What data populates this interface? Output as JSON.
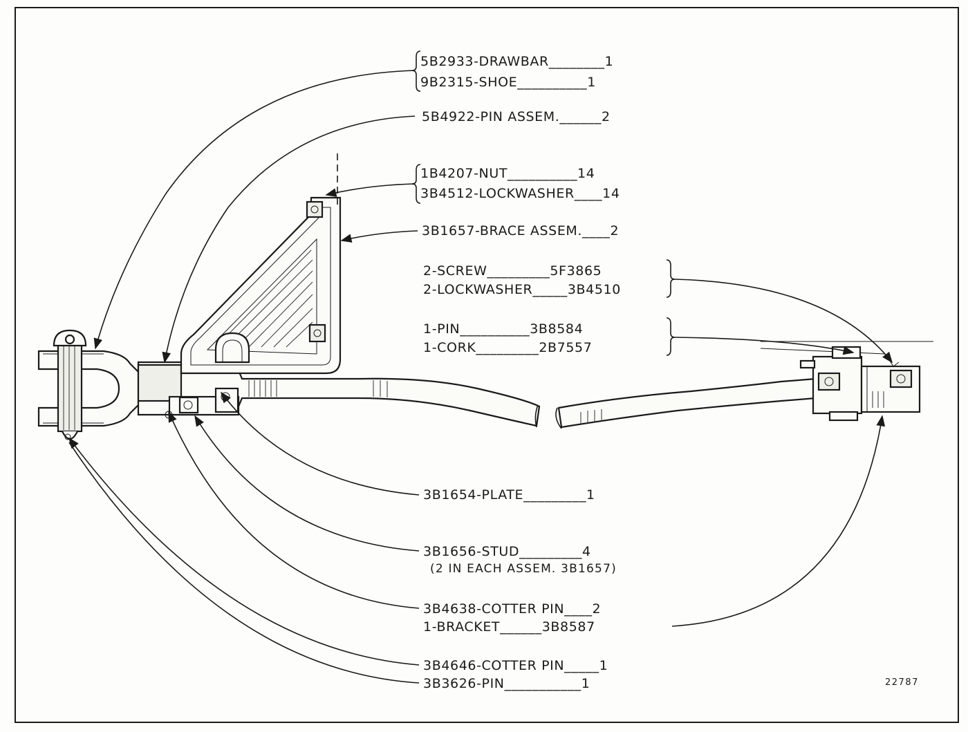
{
  "callouts": {
    "drawbar": "5B2933-DRAWBAR________1",
    "shoe": "9B2315-SHOE__________1",
    "pin_assem": "5B4922-PIN ASSEM.______2",
    "nut": "1B4207-NUT__________14",
    "lockwasher": "3B4512-LOCKWASHER____14",
    "brace_assem": "3B1657-BRACE ASSEM.____2",
    "screw": "2-SCREW_________5F3865",
    "lockwasher_2": "2-LOCKWASHER_____3B4510",
    "pin_1": "1-PIN__________3B8584",
    "cork": "1-CORK_________2B7557",
    "plate": "3B1654-PLATE_________1",
    "stud": "3B1656-STUD_________4",
    "stud_note": "(2 IN EACH ASSEM. 3B1657)",
    "cotter_pin_2": "3B4638-COTTER PIN____2",
    "bracket": "1-BRACKET______3B8587",
    "cotter_pin_1": "3B4646-COTTER PIN_____1",
    "pin_3626": "3B3626-PIN___________1"
  },
  "figure_number": "22787"
}
